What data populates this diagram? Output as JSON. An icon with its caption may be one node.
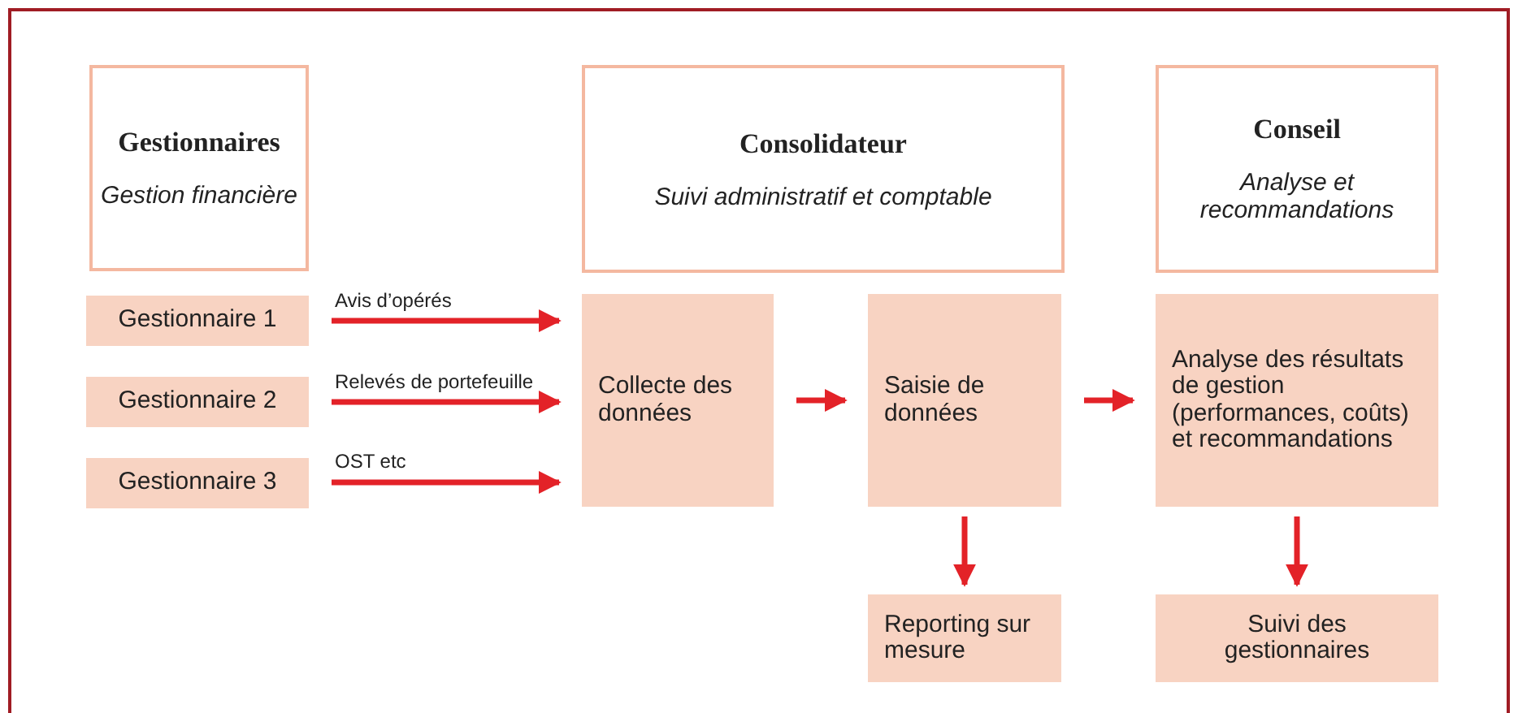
{
  "diagram": {
    "nodes": [
      {
        "text": [
          "Gestionnaires",
          "Gestion financière"
        ]
      },
      {
        "text": [
          "Consolidateur",
          "Suivi administratif et comptable"
        ]
      },
      {
        "text": [
          "Conseil",
          "Analyse et recommandations"
        ]
      },
      {
        "text": [
          "Gestionnaire 1"
        ]
      },
      {
        "text": [
          "Gestionnaire 2"
        ]
      },
      {
        "text": [
          "Gestionnaire 3"
        ]
      },
      {
        "text": [
          "Collecte des données"
        ]
      },
      {
        "text": [
          "Saisie de données"
        ]
      },
      {
        "text": [
          "Analyse des résultats de gestion (performances, coûts) et recommandations"
        ]
      },
      {
        "text": [
          "Reporting sur mesure"
        ]
      },
      {
        "text": [
          "Suivi des gestionnaires"
        ]
      }
    ],
    "edges": [
      {
        "from": 3,
        "to": 6,
        "arrow": "to",
        "label": "Avis d’opérés"
      },
      {
        "from": 4,
        "to": 6,
        "arrow": "to",
        "label": "Relevés de portefeuille"
      },
      {
        "from": 5,
        "to": 6,
        "arrow": "to",
        "label": "OST etc"
      },
      {
        "from": 6,
        "to": 7,
        "arrow": "to"
      },
      {
        "from": 7,
        "to": 8,
        "arrow": "to"
      },
      {
        "from": 7,
        "to": 9,
        "arrow": "to"
      },
      {
        "from": 8,
        "to": 10,
        "arrow": "to"
      }
    ]
  }
}
